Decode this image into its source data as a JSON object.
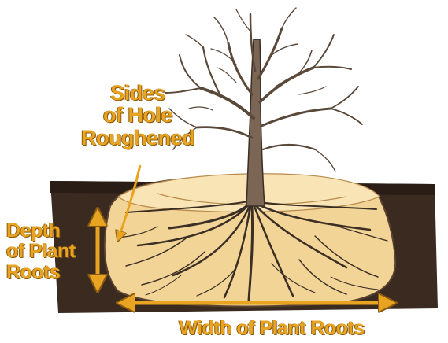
{
  "colors": {
    "label": "#e8a420",
    "label_outline": "#8a5a10",
    "soil_dark": "#3a2a20",
    "soil_top": "#2a1d16",
    "backfill": "#f2d596",
    "backfill_light": "#f8e4b4",
    "root": "#3b2e24",
    "bark": "#7b6656",
    "arrow": "#e8a420"
  },
  "labels": {
    "sides": [
      "Sides",
      "of Hole",
      "Roughened"
    ],
    "depth": [
      "Depth",
      "of Plant",
      "Roots"
    ],
    "width": "Width of Plant Roots"
  }
}
